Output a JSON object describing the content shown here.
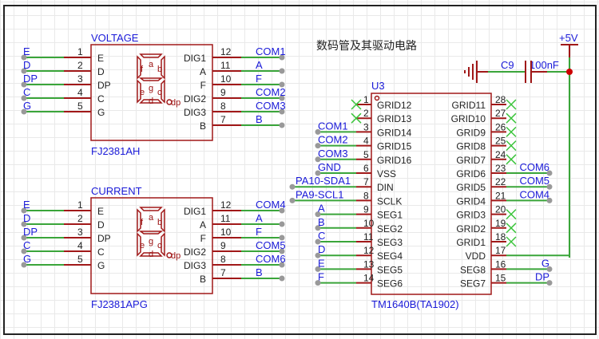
{
  "title": "数码管及其驱动电路",
  "colors": {
    "wire": "#3aa53a",
    "pin": "#a01818",
    "net": "#1a1ad8",
    "body": "#a01818",
    "nc": "#3cc43c",
    "junction": "#cc0000"
  },
  "displays": [
    {
      "designator": "VOLTAGE",
      "part": "FJ2381AH",
      "left_pins": [
        {
          "num": "1",
          "name": "E",
          "net": "E"
        },
        {
          "num": "2",
          "name": "D",
          "net": "D"
        },
        {
          "num": "3",
          "name": "DP",
          "net": "DP"
        },
        {
          "num": "4",
          "name": "C",
          "net": "C"
        },
        {
          "num": "5",
          "name": "G",
          "net": "G"
        }
      ],
      "right_pins": [
        {
          "num": "12",
          "name": "DIG1",
          "net": "COM1"
        },
        {
          "num": "11",
          "name": "A",
          "net": "A"
        },
        {
          "num": "10",
          "name": "F",
          "net": "F"
        },
        {
          "num": "9",
          "name": "DIG2",
          "net": "COM2"
        },
        {
          "num": "8",
          "name": "DIG3",
          "net": "COM3"
        },
        {
          "num": "7",
          "name": "B",
          "net": "B"
        }
      ],
      "segments": [
        "a",
        "b",
        "f",
        "g",
        "e",
        "c",
        "d",
        "dp"
      ]
    },
    {
      "designator": "CURRENT",
      "part": "FJ2381APG",
      "left_pins": [
        {
          "num": "1",
          "name": "E",
          "net": "E"
        },
        {
          "num": "2",
          "name": "D",
          "net": "D"
        },
        {
          "num": "3",
          "name": "DP",
          "net": "DP"
        },
        {
          "num": "4",
          "name": "C",
          "net": "C"
        },
        {
          "num": "5",
          "name": "G",
          "net": "G"
        }
      ],
      "right_pins": [
        {
          "num": "12",
          "name": "DIG1",
          "net": "COM4"
        },
        {
          "num": "11",
          "name": "A",
          "net": "A"
        },
        {
          "num": "10",
          "name": "F",
          "net": "F"
        },
        {
          "num": "9",
          "name": "DIG2",
          "net": "COM5"
        },
        {
          "num": "8",
          "name": "DIG3",
          "net": "COM6"
        },
        {
          "num": "7",
          "name": "B",
          "net": "B"
        }
      ],
      "segments": [
        "a",
        "b",
        "f",
        "g",
        "e",
        "c",
        "d",
        "dp"
      ]
    }
  ],
  "driver": {
    "designator": "U3",
    "part": "TM1640B(TA1902)",
    "left_pins": [
      {
        "num": "1",
        "name": "GRID12",
        "net": "",
        "nc": true
      },
      {
        "num": "2",
        "name": "GRID13",
        "net": "",
        "nc": true
      },
      {
        "num": "3",
        "name": "GRID14",
        "net": "COM1"
      },
      {
        "num": "4",
        "name": "GRID15",
        "net": "COM2"
      },
      {
        "num": "5",
        "name": "GRID16",
        "net": "COM3"
      },
      {
        "num": "6",
        "name": "VSS",
        "net": "GND"
      },
      {
        "num": "7",
        "name": "DIN",
        "net": "PA10-SDA1"
      },
      {
        "num": "8",
        "name": "SCLK",
        "net": "PA9-SCL1"
      },
      {
        "num": "9",
        "name": "SEG1",
        "net": "A"
      },
      {
        "num": "10",
        "name": "SEG2",
        "net": "B"
      },
      {
        "num": "11",
        "name": "SEG3",
        "net": "C"
      },
      {
        "num": "12",
        "name": "SEG4",
        "net": "D"
      },
      {
        "num": "13",
        "name": "SEG5",
        "net": "E"
      },
      {
        "num": "14",
        "name": "SEG6",
        "net": "F"
      }
    ],
    "right_pins": [
      {
        "num": "28",
        "name": "GRID11",
        "net": "",
        "nc": true
      },
      {
        "num": "27",
        "name": "GRID10",
        "net": "",
        "nc": true
      },
      {
        "num": "26",
        "name": "GRID9",
        "net": "",
        "nc": true
      },
      {
        "num": "25",
        "name": "GRID8",
        "net": "",
        "nc": true
      },
      {
        "num": "24",
        "name": "GRID7",
        "net": "",
        "nc": true
      },
      {
        "num": "23",
        "name": "GRID6",
        "net": "COM6"
      },
      {
        "num": "22",
        "name": "GRID5",
        "net": "COM5"
      },
      {
        "num": "21",
        "name": "GRID4",
        "net": "COM4"
      },
      {
        "num": "20",
        "name": "GRID3",
        "net": "",
        "nc": true
      },
      {
        "num": "19",
        "name": "GRID2",
        "net": "",
        "nc": true
      },
      {
        "num": "18",
        "name": "GRID1",
        "net": "",
        "nc": true
      },
      {
        "num": "17",
        "name": "VDD",
        "net": "+5V",
        "power": true
      },
      {
        "num": "16",
        "name": "SEG8",
        "net": "G"
      },
      {
        "num": "15",
        "name": "SEG7",
        "net": "DP"
      }
    ]
  },
  "capacitor": {
    "designator": "C9",
    "value": "100nF"
  },
  "power": {
    "label": "+5V"
  }
}
